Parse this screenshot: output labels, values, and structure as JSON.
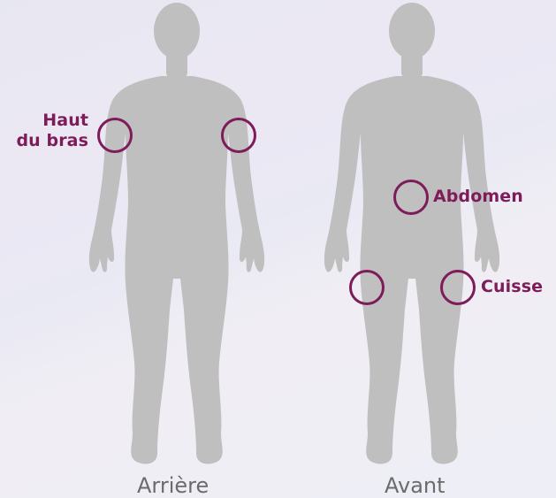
{
  "labels": {
    "upper_arm": "Haut du bras",
    "upper_arm_line1": "Haut",
    "upper_arm_line2": "du bras",
    "abdomen": "Abdomen",
    "thigh": "Cuisse"
  },
  "captions": {
    "back": "Arrière",
    "front": "Avant"
  },
  "colors": {
    "accent": "#7d1c59",
    "silhouette": "#bfbfbf",
    "caption": "#6b6b6b"
  }
}
